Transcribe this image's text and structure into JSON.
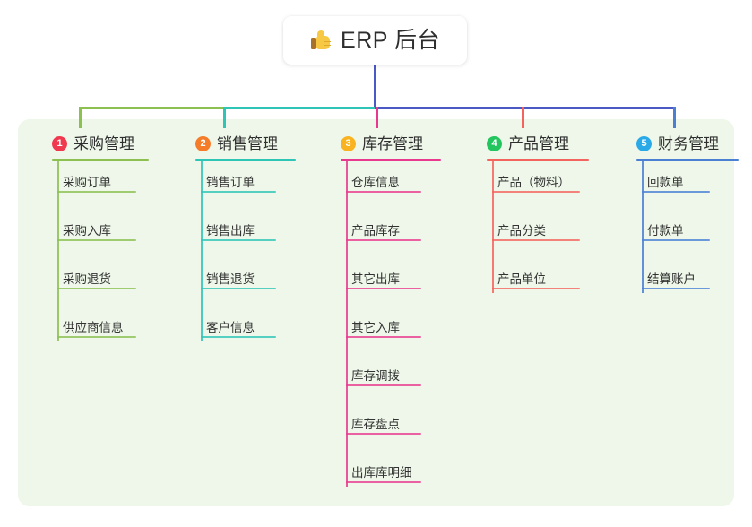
{
  "root": {
    "icon": "thumbs-up-icon",
    "title": "ERP 后台"
  },
  "colors": {
    "panel_background": "#eef7e9",
    "page_background": "#ffffff",
    "stem": "#4a59c4",
    "branch_1": "#8cc152",
    "branch_2": "#2ec4b6",
    "branch_3": "#e8398e",
    "branch_4": "#f4645e",
    "branch_5": "#4a7fd4",
    "badge_1": "#f0394e",
    "badge_2": "#f57c29",
    "badge_3": "#f9b321",
    "badge_4": "#22c55e",
    "badge_5": "#29a9e8"
  },
  "branches": [
    {
      "number": "1",
      "title": "采购管理",
      "color": "#8cc152",
      "badge_color": "#f0394e",
      "items": [
        "采购订单",
        "采购入库",
        "采购退货",
        "供应商信息"
      ]
    },
    {
      "number": "2",
      "title": "销售管理",
      "color": "#2ec4b6",
      "badge_color": "#f57c29",
      "items": [
        "销售订单",
        "销售出库",
        "销售退货",
        "客户信息"
      ]
    },
    {
      "number": "3",
      "title": "库存管理",
      "color": "#e8398e",
      "badge_color": "#f9b321",
      "items": [
        "仓库信息",
        "产品库存",
        "其它出库",
        "其它入库",
        "库存调拨",
        "库存盘点",
        "出库库明细"
      ]
    },
    {
      "number": "4",
      "title": "产品管理",
      "color": "#f4645e",
      "badge_color": "#22c55e",
      "items": [
        "产品（物料）",
        "产品分类",
        "产品单位"
      ]
    },
    {
      "number": "5",
      "title": "财务管理",
      "color": "#4a7fd4",
      "badge_color": "#29a9e8",
      "items": [
        "回款单",
        "付款单",
        "结算账户"
      ]
    }
  ]
}
